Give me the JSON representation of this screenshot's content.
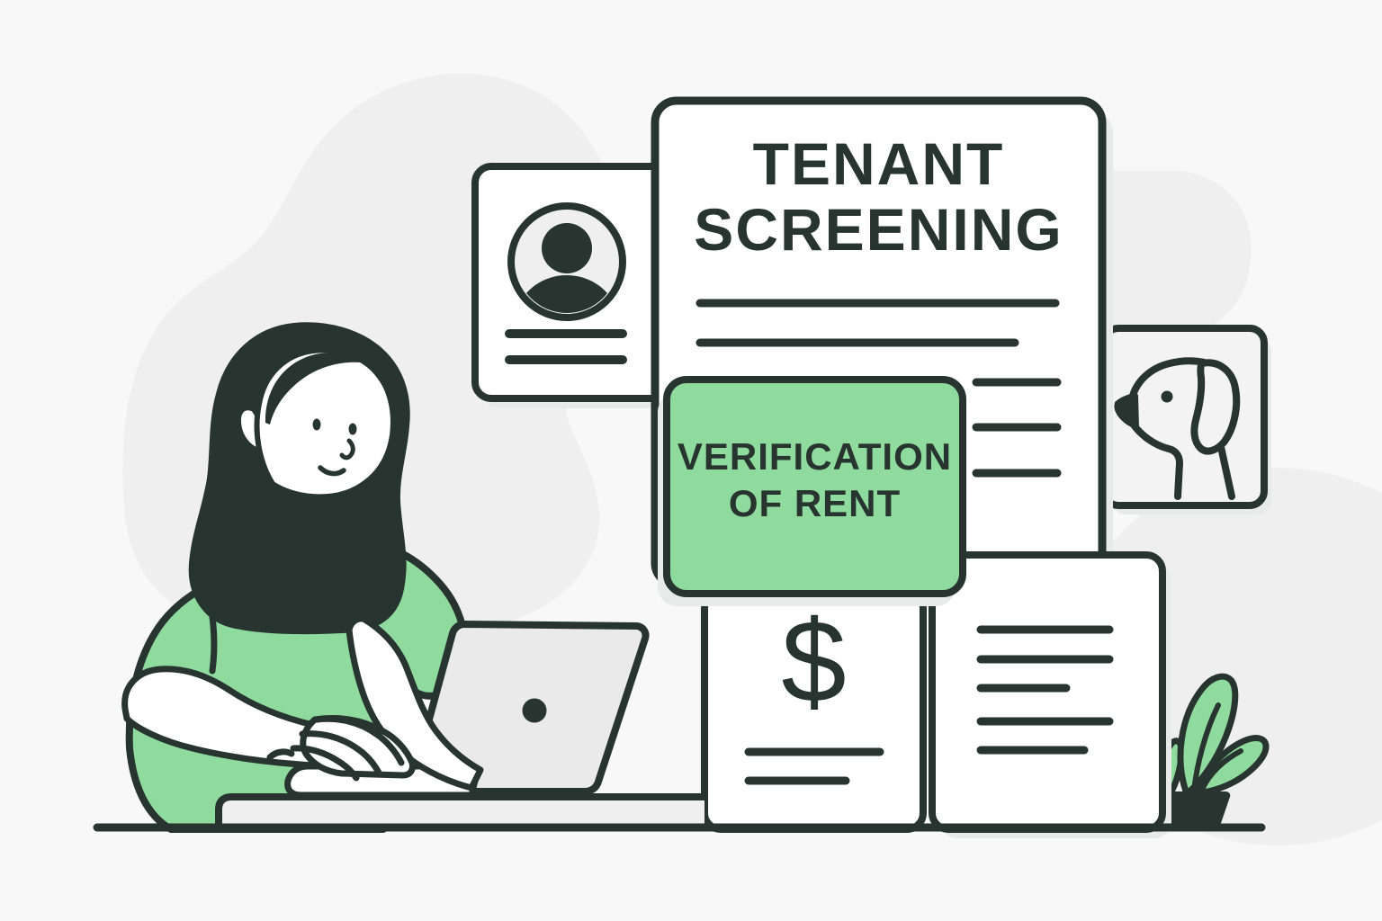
{
  "scene": {
    "description": "Flat illustration of a woman at a laptop reviewing tenant screening documents",
    "background_color": "#F7F8F7",
    "outline_color": "#273430",
    "accent_green": "#8FDB9E",
    "blob_color": "#EFEFEF",
    "card_fill": "#FFFFFF",
    "panel_fill": "#F2F3F2",
    "laptop_fill": "#E9EAE9",
    "desk_fill": "#EFEFEF",
    "shadow_color": "#E8EAE9"
  },
  "document": {
    "title_lines": [
      "TENANT",
      "SCREENING"
    ]
  },
  "verification_card": {
    "label_lines": [
      "VERIFICATION",
      "OF RENT"
    ]
  },
  "money_card": {
    "symbol": "$"
  },
  "icons": {
    "avatar": "person-avatar-icon",
    "dog": "dog-icon",
    "dollar": "dollar-sign",
    "plant": "potted-plant-icon",
    "laptop": "laptop-icon",
    "woman": "woman-typing-illustration"
  }
}
